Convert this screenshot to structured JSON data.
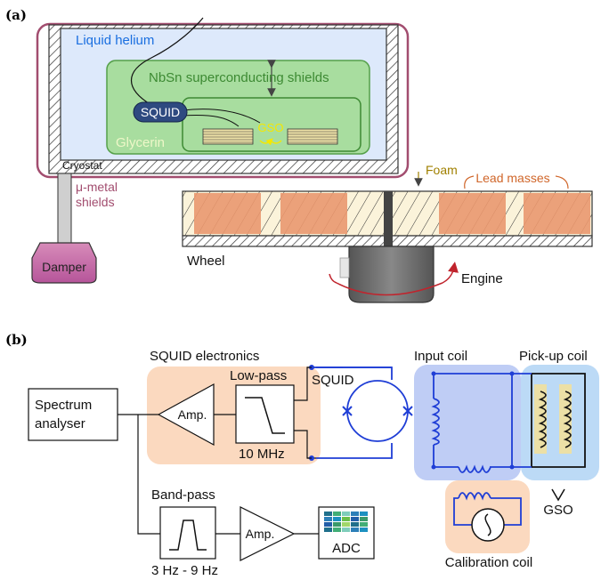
{
  "panel_a": {
    "label": "(a)",
    "liquid_helium": "Liquid helium",
    "nbsn_shields": "NbSn superconducting shields",
    "squid": "SQUID",
    "gso": "GSO",
    "glycerin": "Glycerin",
    "cryostat": "Cryostat",
    "mu_metal_1": "μ-metal",
    "mu_metal_2": "shields",
    "damper": "Damper",
    "foam": "Foam",
    "lead_masses": "Lead masses",
    "wheel": "Wheel",
    "engine": "Engine"
  },
  "panel_b": {
    "label": "(b)",
    "squid_electronics": "SQUID electronics",
    "spectrum_1": "Spectrum",
    "spectrum_2": "analyser",
    "amp_1": "Amp.",
    "low_pass": "Low-pass",
    "freq_10mhz": "10 MHz",
    "squid": "SQUID",
    "input_coil": "Input coil",
    "pickup_coil": "Pick-up coil",
    "gso": "GSO",
    "band_pass": "Band-pass",
    "amp_2": "Amp.",
    "adc": "ADC",
    "band_range": "3 Hz - 9 Hz",
    "calibration_coil": "Calibration coil"
  },
  "colors": {
    "helium": "#dde9fb",
    "glycerin": "#9fd79a",
    "glycerin_stroke": "#55a04a",
    "mu_metal": "#a24d6f",
    "lead": "#eba17a",
    "squid_box": "#2e4a80",
    "electronics_bg": "#fbd9bf",
    "coil_bg": "#bfcdf5",
    "pickup_bg": "#bcdaf6",
    "circuit_blue": "#1f3ed6",
    "gso_fill": "#ece0a6"
  }
}
